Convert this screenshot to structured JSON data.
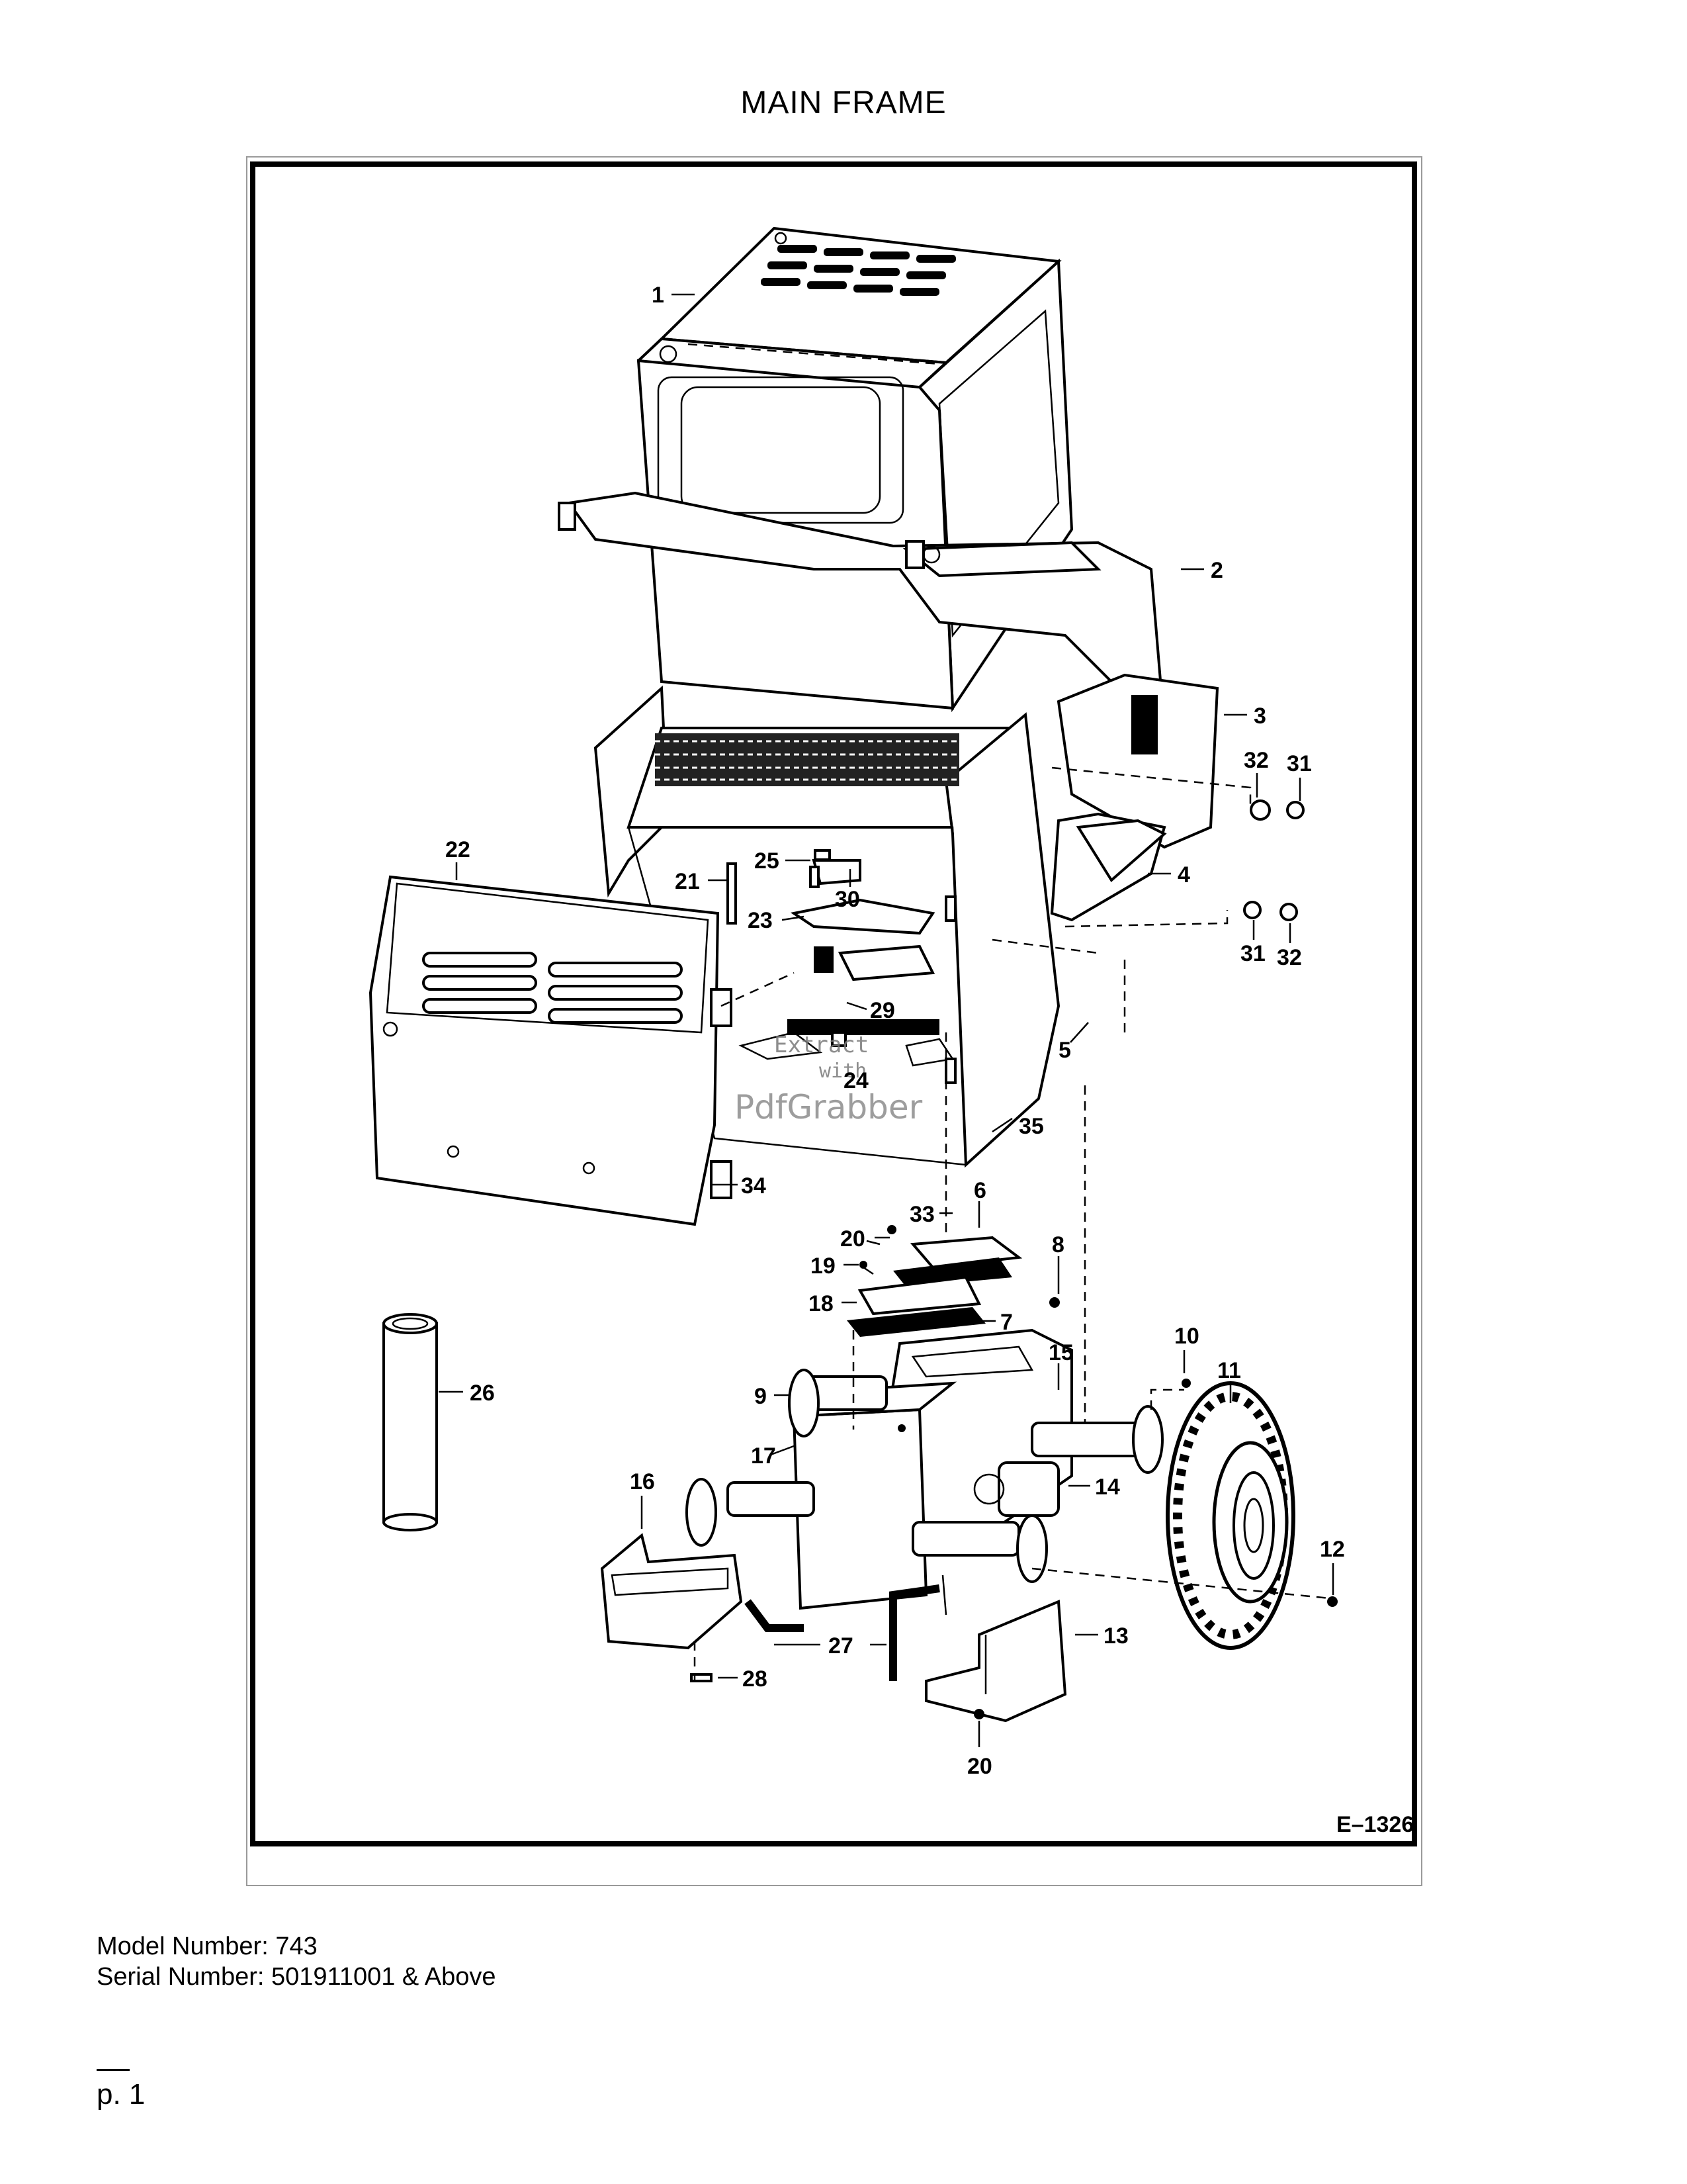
{
  "page": {
    "title": "MAIN FRAME",
    "figure_code": "E–1326",
    "model_number": "Model Number: 743",
    "serial_number": "Serial Number: 501911001 & Above",
    "page_number": "p. 1"
  },
  "watermark": {
    "line1": "Extract",
    "line2": "with",
    "brand": "PdfGrabber"
  },
  "callouts": {
    "c1": "1",
    "c2": "2",
    "c3": "3",
    "c4": "4",
    "c5": "5",
    "c6": "6",
    "c7": "7",
    "c8": "8",
    "c9": "9",
    "c10": "10",
    "c11": "11",
    "c12": "12",
    "c13": "13",
    "c14": "14",
    "c15": "15",
    "c16": "16",
    "c17": "17",
    "c18": "18",
    "c19": "19",
    "c20a": "20",
    "c20b": "20",
    "c21": "21",
    "c22": "22",
    "c23": "23",
    "c24": "24",
    "c25": "25",
    "c26": "26",
    "c27": "27",
    "c28": "28",
    "c29": "29",
    "c30": "30",
    "c31a": "31",
    "c31b": "31",
    "c32a": "32",
    "c32b": "32",
    "c33": "33",
    "c34": "34",
    "c35": "35"
  }
}
